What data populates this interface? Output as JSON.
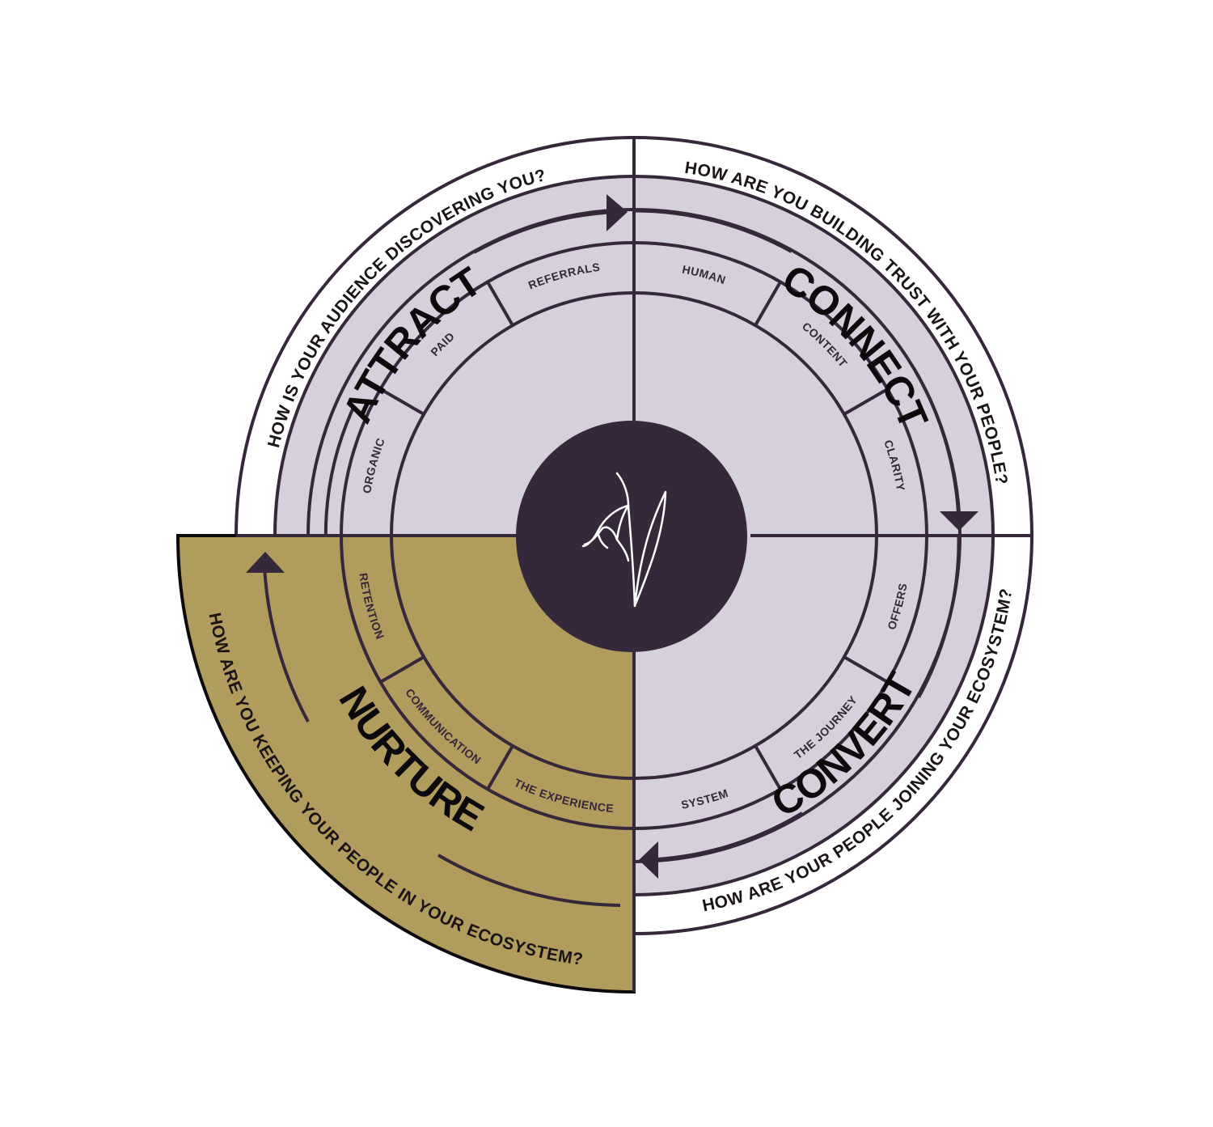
{
  "colors": {
    "background": "#ffffff",
    "lavender": "#d6cfdc",
    "gold": "#b09c5d",
    "dark_plum": "#35283a",
    "outline": "#35283a"
  },
  "center_logo": {
    "icon": "snowdrop-flower-icon"
  },
  "quadrants": [
    {
      "id": "attract",
      "stage": "ATTRACT",
      "question": "HOW IS YOUR AUDIENCE DISCOVERING YOU?",
      "channels": [
        "ORGANIC",
        "PAID",
        "REFERRALS"
      ],
      "highlighted": false
    },
    {
      "id": "connect",
      "stage": "CONNECT",
      "question": "HOW ARE YOU BUILDING TRUST WITH YOUR PEOPLE?",
      "channels": [
        "HUMAN",
        "CONTENT",
        "CLARITY"
      ],
      "highlighted": false
    },
    {
      "id": "convert",
      "stage": "CONVERT",
      "question": "HOW ARE YOUR PEOPLE JOINING YOUR ECOSYSTEM?",
      "channels": [
        "OFFERS",
        "THE JOURNEY",
        "SYSTEM"
      ],
      "highlighted": false
    },
    {
      "id": "nurture",
      "stage": "NURTURE",
      "question": "HOW ARE YOU KEEPING YOUR PEOPLE IN YOUR ECOSYSTEM?",
      "channels": [
        "RETENTION",
        "COMMUNICATION",
        "THE EXPERIENCE"
      ],
      "highlighted": true
    }
  ]
}
